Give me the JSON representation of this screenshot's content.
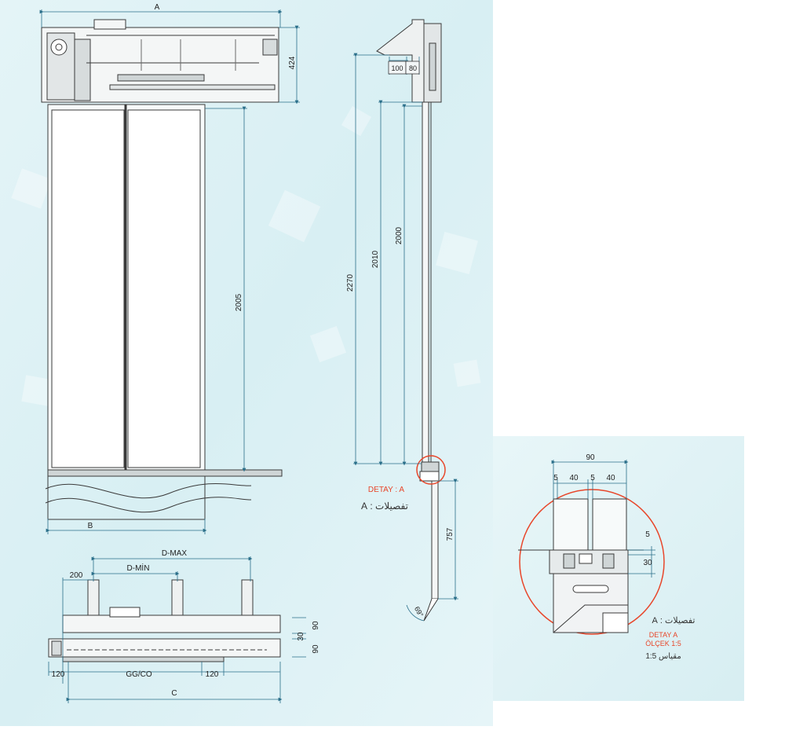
{
  "colors": {
    "panel_bg": "#dff1f5",
    "panel_bg_light": "#eef8fa",
    "line": "#3a3a3a",
    "dim": "#2a6f8a",
    "accent": "#e8462a"
  },
  "front_view": {
    "dim_top": "A",
    "dim_right_head": "424",
    "dim_door_height": "2005",
    "dim_bottom": "B"
  },
  "side_view": {
    "dim_100": "100",
    "dim_80": "80",
    "dim_2270": "2270",
    "dim_2010": "2010",
    "dim_2000": "2000",
    "dim_757": "757",
    "angle_label": "69°",
    "detail_label": "DETAY : A",
    "detail_label_ar": "تفصيلات : A"
  },
  "plan_view": {
    "dim_dmax": "D-MAX",
    "dim_dmin": "D-MİN",
    "dim_200": "200",
    "dim_90a": "90",
    "dim_30": "30",
    "dim_90b": "90",
    "dim_120_left": "120",
    "dim_ggco": "GG/CO",
    "dim_120_right": "120",
    "dim_c": "C"
  },
  "detail_view": {
    "dim_total": "90",
    "dim_5a": "5",
    "dim_40a": "40",
    "dim_5b": "5",
    "dim_40b": "40",
    "dim_5c": "5",
    "dim_30": "30",
    "label_ar": "تفصيلات : A",
    "label_tr": "DETAY A",
    "scale_tr": "ÖLÇEK 1:5",
    "scale_ar": "مقياس 1:5"
  }
}
